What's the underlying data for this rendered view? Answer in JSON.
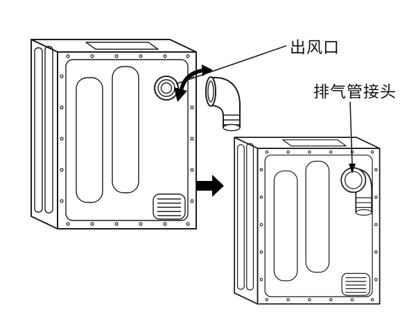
{
  "figure": {
    "labels": {
      "air_outlet": "出风口",
      "exhaust_connector": "排气管接头"
    },
    "icons": {
      "step_arrow": "right-arrow",
      "rotation_arrow": "curved-rotate-arrow"
    },
    "colors": {
      "line": "#1a1a1a",
      "arrow": "#000000",
      "background": "#ffffff"
    }
  }
}
